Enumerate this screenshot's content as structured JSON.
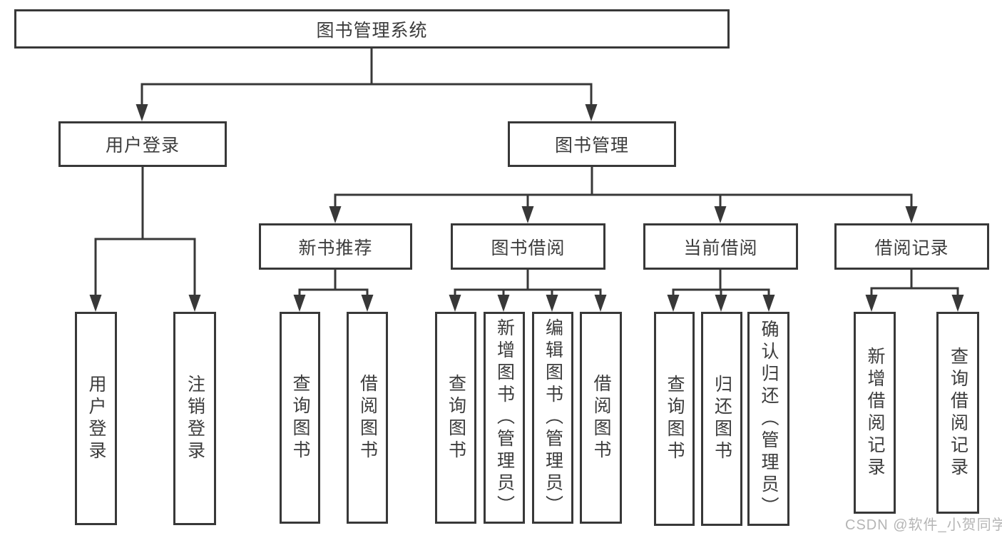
{
  "diagram": {
    "type": "tree",
    "root": {
      "label": "图书管理系统"
    },
    "branches": [
      {
        "label": "用户登录",
        "children": [
          {
            "label": "用户登录"
          },
          {
            "label": "注销登录"
          }
        ]
      },
      {
        "label": "图书管理",
        "children": [
          {
            "label": "新书推荐",
            "children": [
              {
                "label": "查询图书"
              },
              {
                "label": "借阅图书"
              }
            ]
          },
          {
            "label": "图书借阅",
            "children": [
              {
                "label": "查询图书"
              },
              {
                "label": "新增图书（管理员）"
              },
              {
                "label": "编辑图书（管理员）"
              },
              {
                "label": "借阅图书"
              }
            ]
          },
          {
            "label": "当前借阅",
            "children": [
              {
                "label": "查询图书"
              },
              {
                "label": "归还图书"
              },
              {
                "label": "确认归还（管理员）"
              }
            ]
          },
          {
            "label": "借阅记录",
            "children": [
              {
                "label": "新增借阅记录"
              },
              {
                "label": "查询借阅记录"
              }
            ]
          }
        ]
      }
    ],
    "watermark": "CSDN @软件_小贺同学",
    "colors": {
      "line": "#383838",
      "text": "#3c3c3c",
      "watermark": "#b5b5b5",
      "background": "#ffffff"
    }
  }
}
